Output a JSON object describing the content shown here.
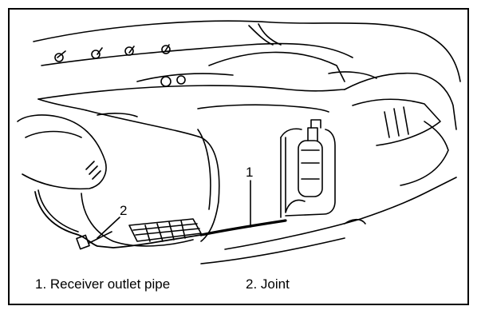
{
  "diagram": {
    "callouts": [
      {
        "label": "1",
        "part": "Receiver outlet pipe"
      },
      {
        "label": "2",
        "part": "Joint"
      }
    ],
    "legend": [
      {
        "text": "1. Receiver outlet pipe"
      },
      {
        "text": "2. Joint"
      }
    ],
    "colors": {
      "line": "#000000",
      "background": "#ffffff"
    }
  }
}
